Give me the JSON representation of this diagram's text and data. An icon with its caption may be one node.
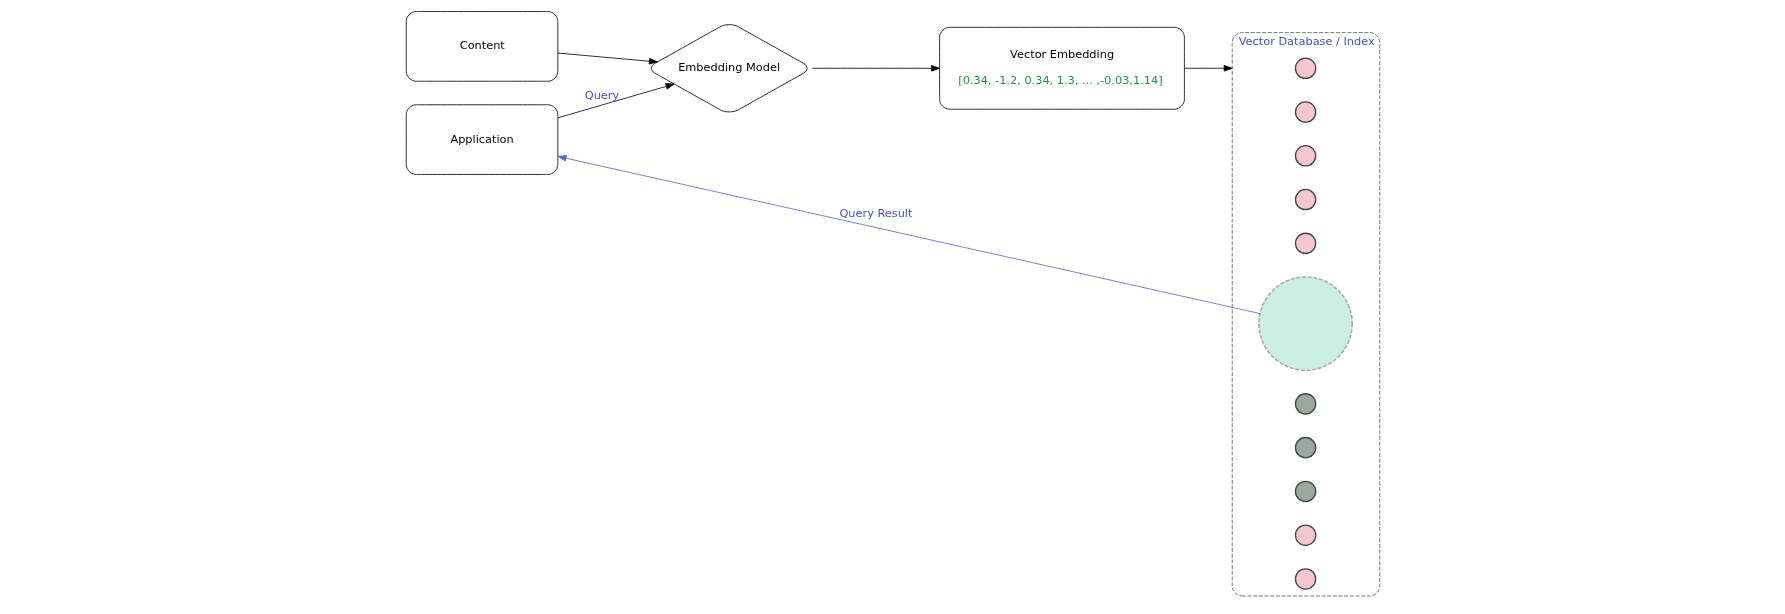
{
  "diagram": {
    "nodes": [
      {
        "text": [
          "Content"
        ]
      },
      {
        "text": [
          "Application"
        ]
      },
      {
        "text": [
          "Embedding Model"
        ]
      },
      {
        "text": [
          "Vector Embedding",
          "[0.34, -1.2, 0.34, 1.3, ... ,-0.03,1.14]"
        ]
      },
      {
        "text": [
          "Vector Database / Index"
        ]
      },
      {
        "text": [],
        "shape": "circle",
        "in": 4
      },
      {
        "text": [],
        "shape": "circle",
        "in": 4
      },
      {
        "text": [],
        "shape": "circle",
        "in": 4
      },
      {
        "text": [],
        "shape": "circle",
        "in": 4
      },
      {
        "text": [],
        "shape": "circle",
        "in": 4
      },
      {
        "text": [],
        "shape": "circle",
        "in": 4
      },
      {
        "text": [],
        "shape": "circle",
        "in": 4
      },
      {
        "text": [],
        "shape": "circle",
        "in": 4
      },
      {
        "text": [],
        "shape": "circle",
        "in": 4
      },
      {
        "text": [],
        "shape": "circle",
        "in": 4
      },
      {
        "text": [],
        "shape": "circle",
        "in": 4
      }
    ],
    "edges": [
      {
        "from": 0,
        "to": 2,
        "arrow": "to"
      },
      {
        "from": 1,
        "to": 2,
        "arrow": "to",
        "label": "Query"
      },
      {
        "from": 2,
        "to": 3,
        "arrow": "to"
      },
      {
        "from": 3,
        "to": 4,
        "arrow": "to"
      },
      {
        "from": 10,
        "to": 1,
        "arrow": "to",
        "label": "Query Result",
        "color": "#5b63c8"
      }
    ]
  }
}
